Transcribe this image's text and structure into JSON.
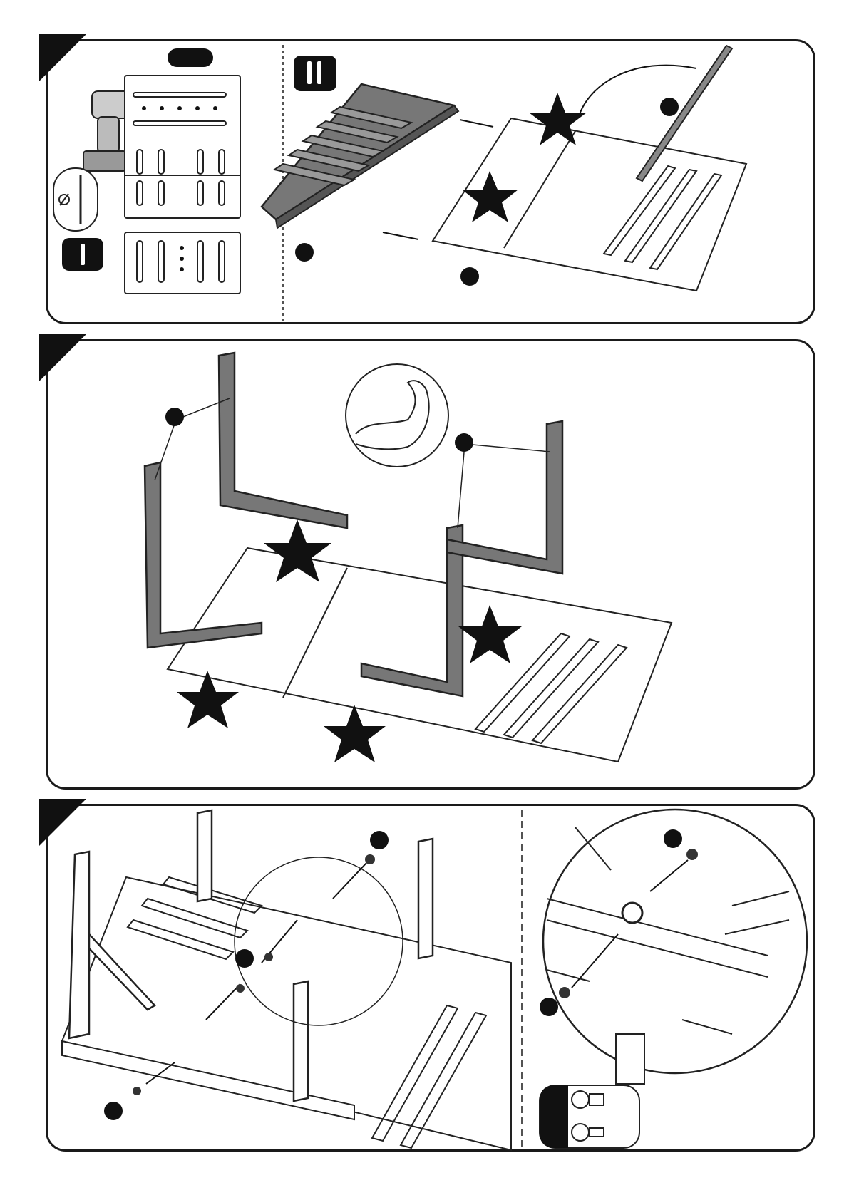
{
  "document": {
    "type": "assembly-instructions",
    "steps": [
      {
        "sub_steps": [
          "I",
          "II"
        ],
        "callouts": 3
      },
      {
        "callouts": 2
      },
      {
        "callouts": 4
      }
    ],
    "icons": [
      "drill-icon",
      "drill-bit-icon",
      "diameter-icon",
      "strength-arm-icon",
      "screw-icon",
      "plug-icon"
    ],
    "colors": {
      "ink": "#111111",
      "part_fill": "#6e6e6e",
      "line": "#1a1a1a"
    }
  }
}
